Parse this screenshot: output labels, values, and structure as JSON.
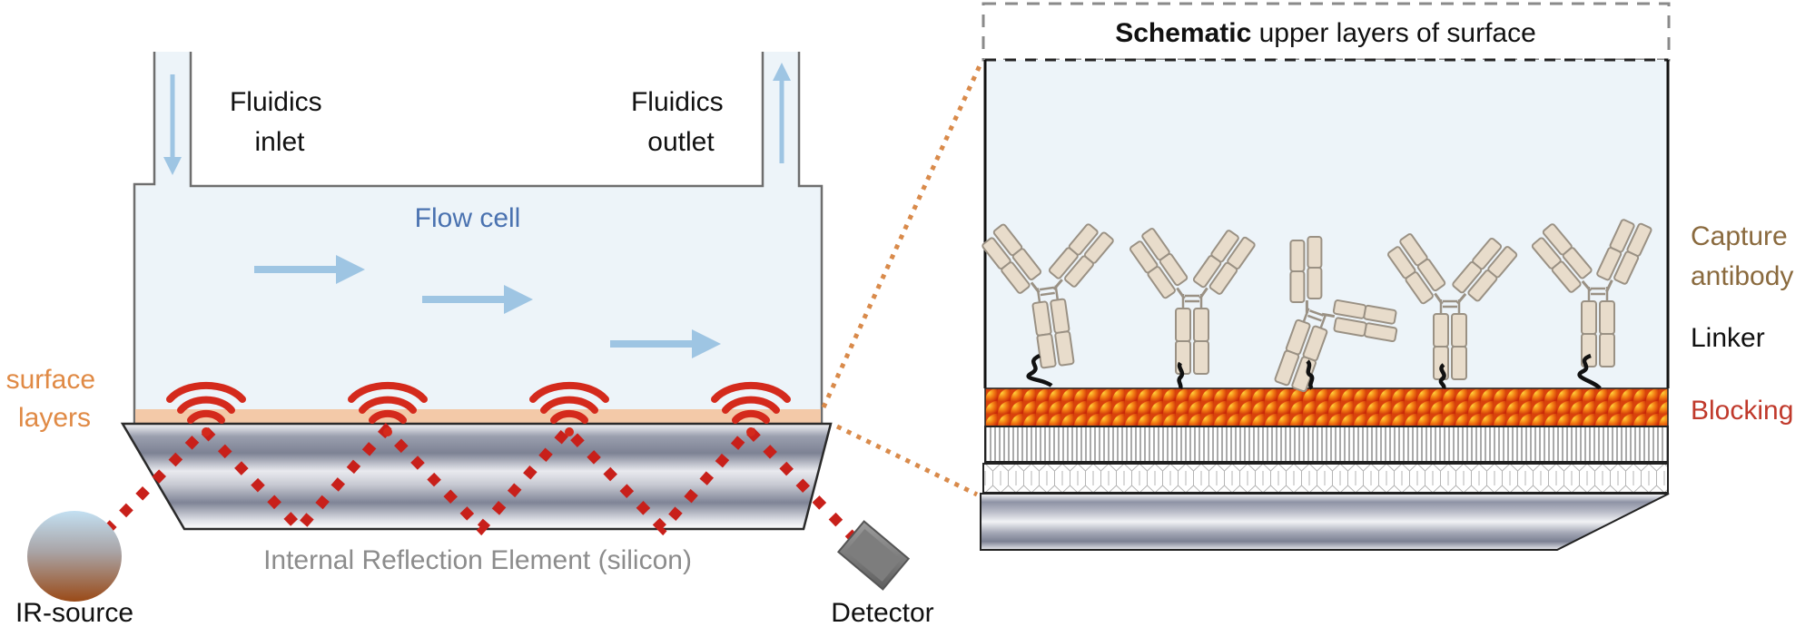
{
  "left_panel": {
    "inlet_label": [
      "Fluidics",
      "inlet"
    ],
    "outlet_label": [
      "Fluidics",
      "outlet"
    ],
    "flow_cell_label": "Flow cell",
    "surface_layers_label": [
      "surface",
      "layers"
    ],
    "ire_label": "Internal Reflection Element (silicon)",
    "source_label": "IR-source",
    "detector_label": "Detector",
    "evanescent_wave_count": 4,
    "reflection_count": 3
  },
  "right_panel": {
    "title_bold": "Schematic",
    "title_rest": " upper layers of surface",
    "antibody_count": 5,
    "layer_labels": {
      "capture": [
        "Capture",
        "antibody"
      ],
      "linker": "Linker",
      "blocking": "Blocking"
    }
  },
  "colors": {
    "fluid": "#edf4f9",
    "flow_arrow": "#9ec5e3",
    "flow_cell_text": "#4a72b0",
    "surface_layer": "#f3c9a8",
    "surface_text": "#e08a45",
    "wave_red": "#d42a1c",
    "beam_red": "#c8201a",
    "zoom_line": "#d98a4a",
    "antibody_fill": "#e8dccb",
    "antibody_stroke": "#9a9184",
    "capture_text": "#8a6a3e",
    "linker_text": "#111111",
    "blocking_text": "#c0392b",
    "ire_text": "#8c8c8c",
    "dash_gray": "#8a8a8a"
  }
}
